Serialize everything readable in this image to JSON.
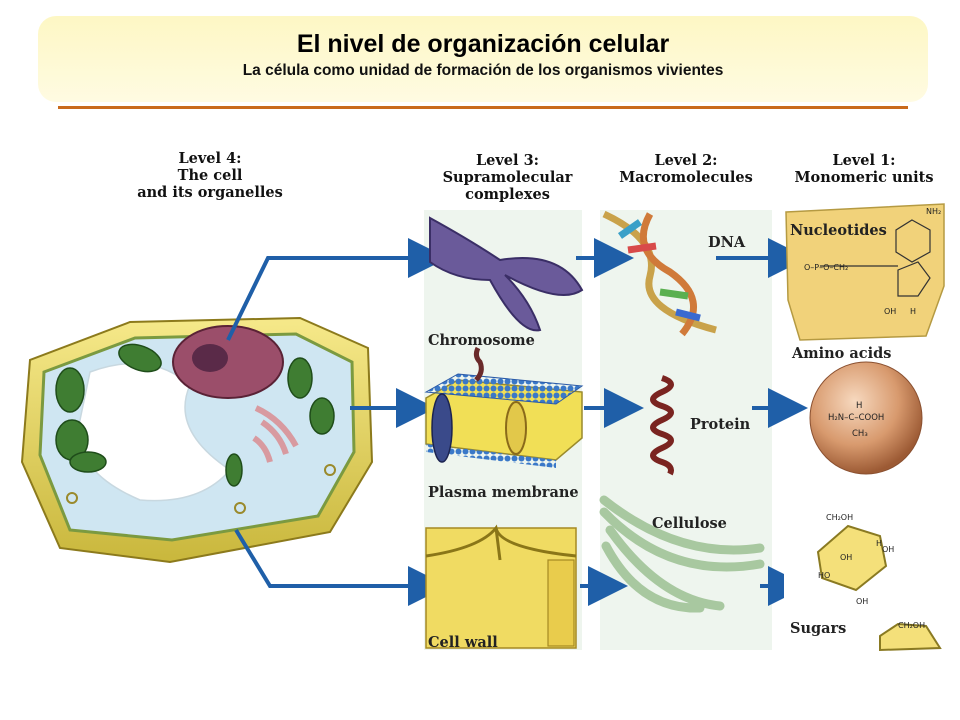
{
  "header": {
    "title": "El nivel de organización celular",
    "subtitle": "La célula como unidad de formación de los organismos vivientes"
  },
  "levels": {
    "level4": [
      "Level 4:",
      "The cell",
      "and its organelles"
    ],
    "level3": [
      "Level 3:",
      "Supramolecular",
      "complexes"
    ],
    "level2": [
      "Level 2:",
      "Macromolecules"
    ],
    "level1": [
      "Level 1:",
      "Monomeric units"
    ]
  },
  "labels": {
    "chromosome": "Chromosome",
    "plasma_membrane": "Plasma membrane",
    "cell_wall": "Cell wall",
    "dna": "DNA",
    "protein": "Protein",
    "cellulose": "Cellulose",
    "nucleotides": "Nucleotides",
    "amino_acids": "Amino acids",
    "sugars": "Sugars"
  },
  "colors": {
    "arrow": "#1f5fa8",
    "rule": "#c96a1c",
    "header_bg": "#fdf7c4"
  }
}
